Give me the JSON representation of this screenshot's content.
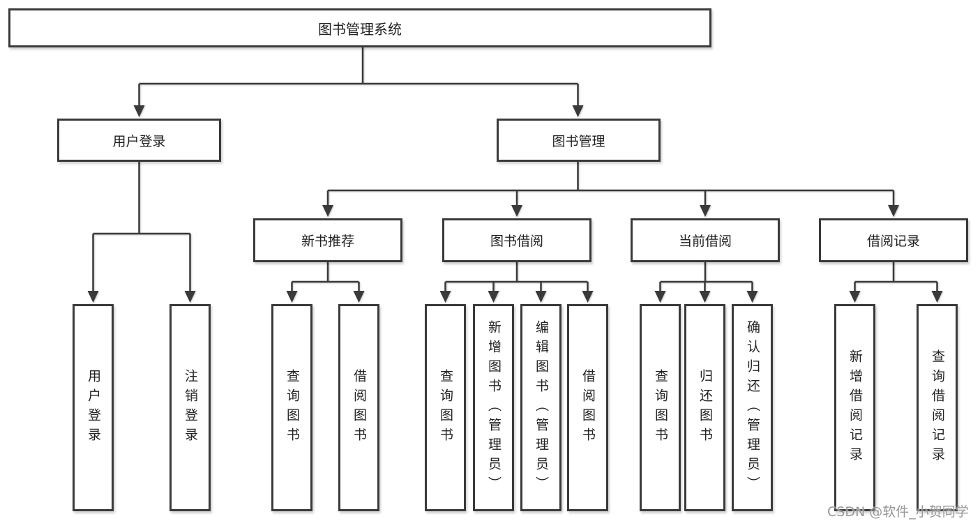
{
  "tree": {
    "label": "图书管理系统",
    "children": [
      {
        "label": "用户登录",
        "children": [
          {
            "label": "用户登录"
          },
          {
            "label": "注销登录"
          }
        ]
      },
      {
        "label": "图书管理",
        "children": [
          {
            "label": "新书推荐",
            "children": [
              {
                "label": "查询图书"
              },
              {
                "label": "借阅图书"
              }
            ]
          },
          {
            "label": "图书借阅",
            "children": [
              {
                "label": "查询图书"
              },
              {
                "label": "新增图书（管理员）"
              },
              {
                "label": "编辑图书（管理员）"
              },
              {
                "label": "借阅图书"
              }
            ]
          },
          {
            "label": "当前借阅",
            "children": [
              {
                "label": "查询图书"
              },
              {
                "label": "归还图书"
              },
              {
                "label": "确认归还（管理员）"
              }
            ]
          },
          {
            "label": "借阅记录",
            "children": [
              {
                "label": "新增借阅记录"
              },
              {
                "label": "查询借阅记录"
              }
            ]
          }
        ]
      }
    ]
  },
  "watermark": {
    "text": "CSDN @软件_小贺同学"
  },
  "colors": {
    "line": "#3a3a3a",
    "box_border": "#3a3a3a",
    "text": "#222222",
    "background": "#ffffff",
    "watermark": "#969696"
  }
}
